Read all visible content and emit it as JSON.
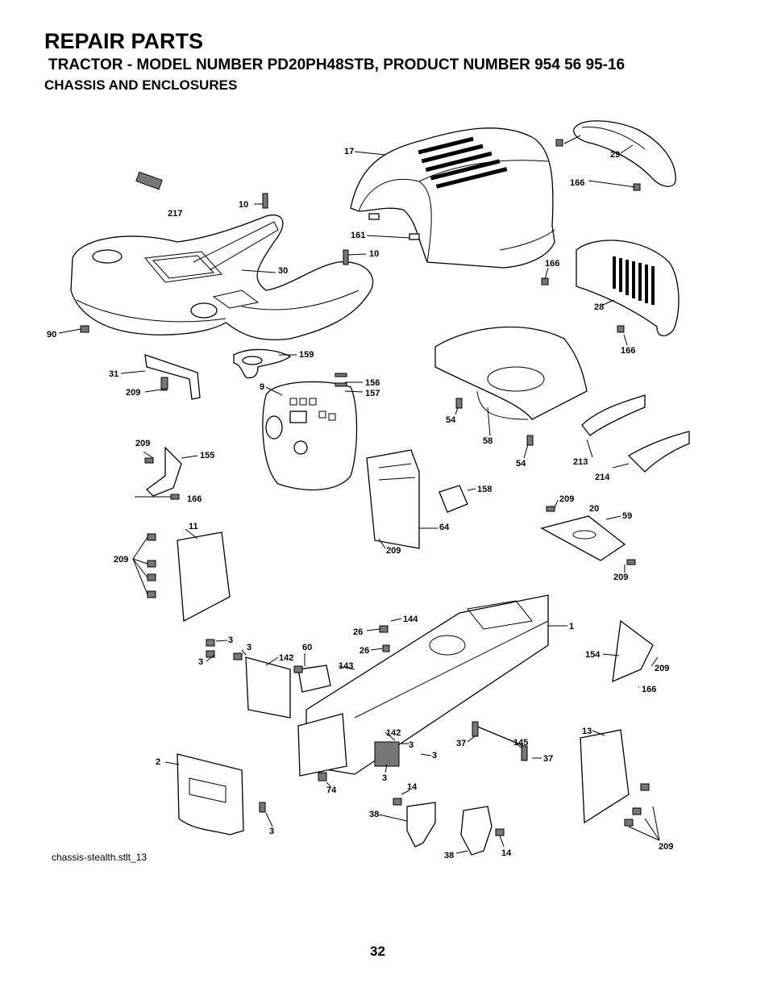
{
  "header": {
    "title": "REPAIR PARTS",
    "model_line": "TRACTOR - MODEL NUMBER PD20PH48STB, PRODUCT NUMBER 954 56 95-16",
    "section": "CHASSIS AND ENCLOSURES"
  },
  "figure_id": "chassis-stealth.stlt_13",
  "page_number": "32",
  "callouts": {
    "c17": "17",
    "c29": "29",
    "c166a": "166",
    "c10a": "10",
    "c217": "217",
    "c161": "161",
    "c10b": "10",
    "c30": "30",
    "c166b": "166",
    "c28": "28",
    "c90": "90",
    "c166c": "166",
    "c159": "159",
    "c31": "31",
    "c156": "156",
    "c9": "9",
    "c157": "157",
    "c209a": "209",
    "c54a": "54",
    "c58": "58",
    "c209b": "209",
    "c155": "155",
    "c54b": "54",
    "c213": "213",
    "c214": "214",
    "c166d": "166",
    "c158": "158",
    "c209c": "209",
    "c20": "20",
    "c11": "11",
    "c59": "59",
    "c64": "64",
    "c209d": "209",
    "c209e": "209",
    "c209f": "209",
    "c144": "144",
    "c1": "1",
    "c26a": "26",
    "c3a": "3",
    "c3b": "3",
    "c60": "60",
    "c26b": "26",
    "c154": "154",
    "c142a": "142",
    "c3c": "3",
    "c143": "143",
    "c209g": "209",
    "c166e": "166",
    "c13": "13",
    "c142b": "142",
    "c3d": "3",
    "c37a": "37",
    "c145": "145",
    "c3e": "3",
    "c2": "2",
    "c37b": "37",
    "c3f": "3",
    "c74": "74",
    "c14a": "14",
    "c38a": "38",
    "c3g": "3",
    "c209h": "209",
    "c38b": "38",
    "c14b": "14"
  }
}
